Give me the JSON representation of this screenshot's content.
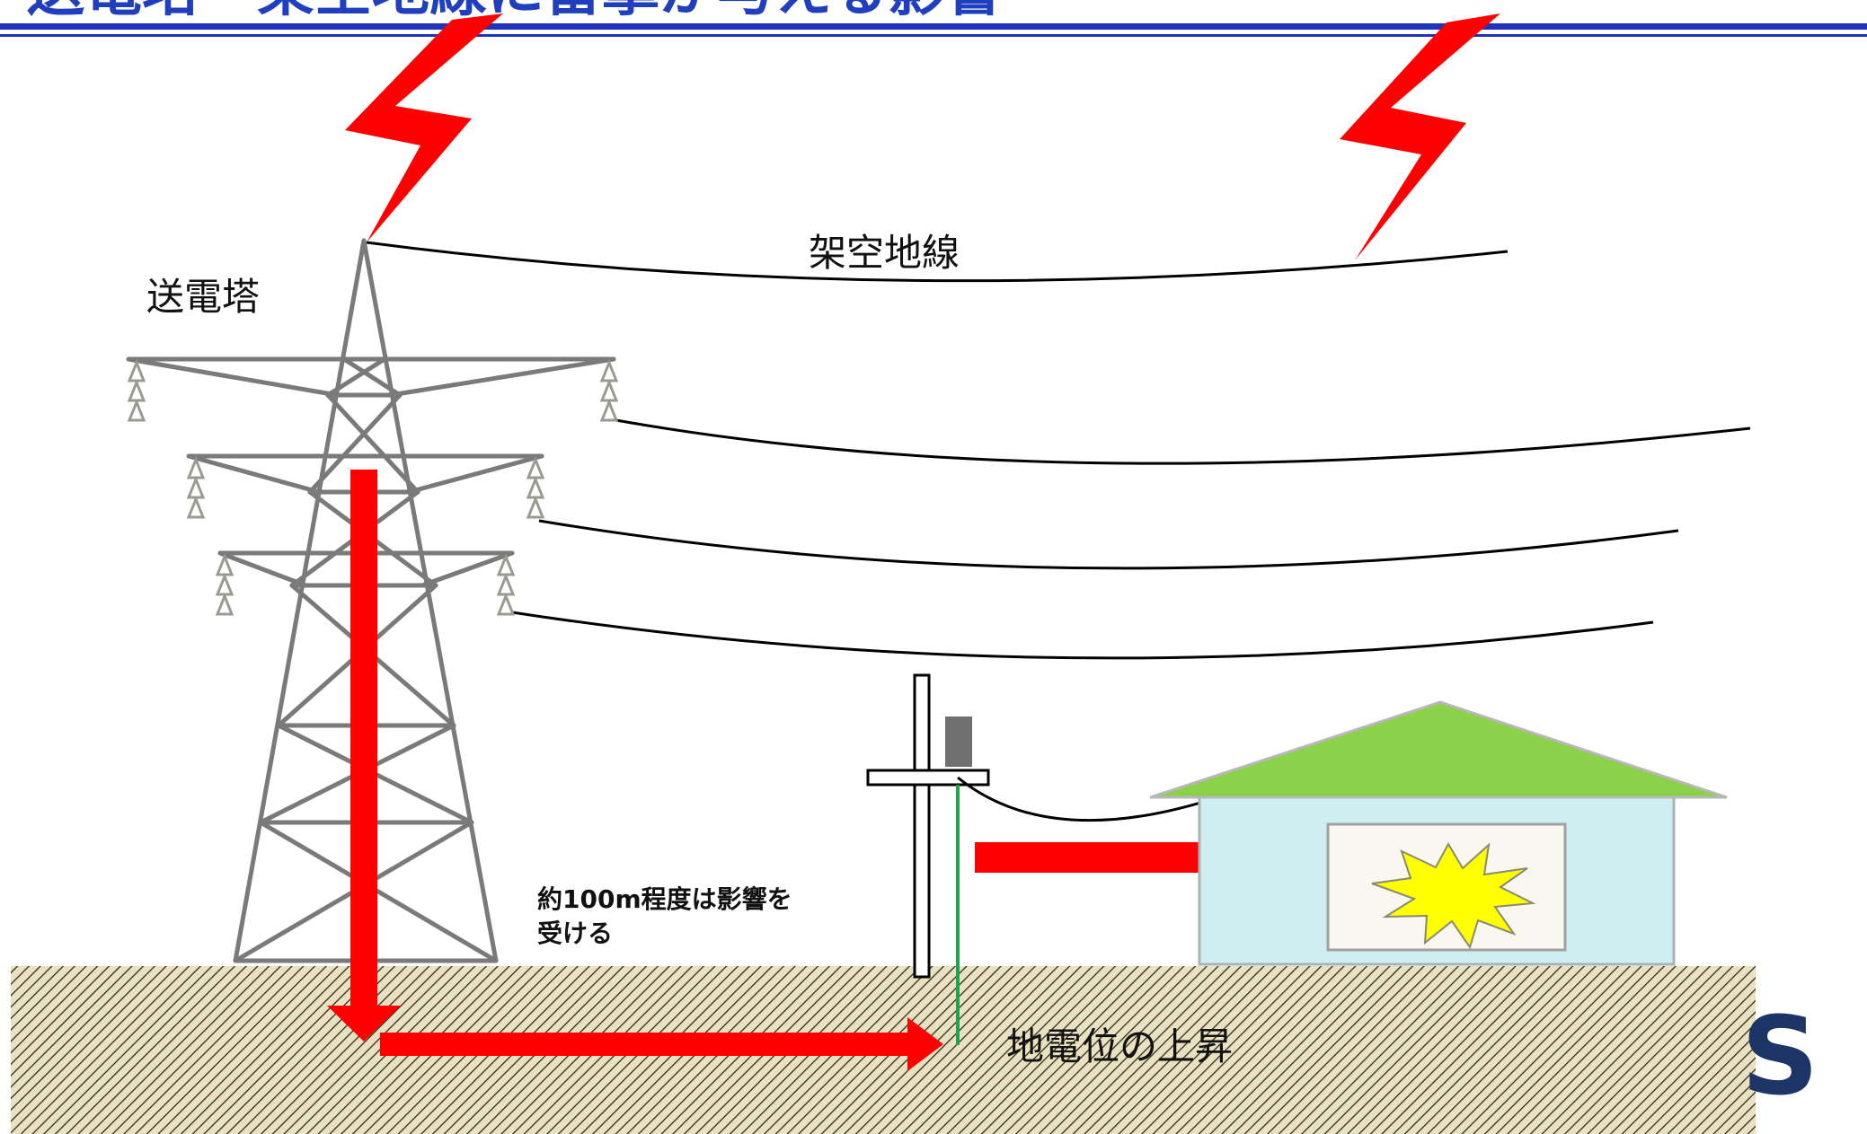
{
  "slide": {
    "title_partial": "送電塔・架空地線に雷撃が与える影響",
    "edge_glyph": "S"
  },
  "labels": {
    "tower": "送電塔",
    "ground_wire": "架空地線",
    "range_note_line1": "約100m程度は影響を",
    "range_note_line2": "受ける",
    "ground_potential": "地電位の上昇"
  },
  "icons": {
    "lightning": "lightning-bolt-icon",
    "spark": "spark-burst-icon",
    "arrow": "flow-arrow-icon"
  },
  "colors": {
    "lightning": "#ff0000",
    "arrow": "#ff0000",
    "tower": "#7a7a7a",
    "roof": "#8cd14a",
    "house_wall": "#cfeef2",
    "spark": "#ffff00",
    "ground_hatch_bg": "#e9e2c2",
    "ground_hatch_line": "#2f2a18",
    "title_rule": "#2233bb",
    "grounding_wire": "#21a34a"
  }
}
